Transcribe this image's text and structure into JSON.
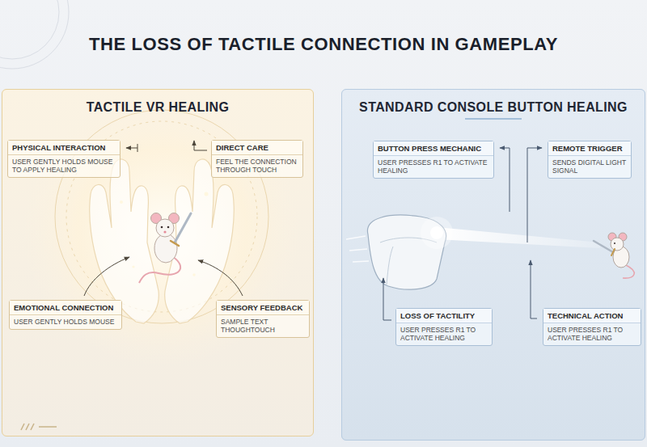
{
  "diagram": {
    "title": "THE LOSS OF TACTILE CONNECTION IN GAMEPLAY",
    "nodes": [
      {
        "text": [
          "TACTILE VR HEALING"
        ]
      },
      {
        "text": [
          "PHYSICAL INTERACTION",
          "USER GENTLY HOLDS MOUSE TO APPLY HEALING"
        ],
        "in": 0
      },
      {
        "text": [
          "DIRECT CARE",
          "FEEL THE CONNECTION THROUGH TOUCH"
        ],
        "in": 0
      },
      {
        "text": [
          "EMOTIONAL CONNECTION",
          "USER GENTLY HOLDS MOUSE"
        ],
        "in": 0
      },
      {
        "text": [
          "SENSORY FEEDBACK",
          "SAMPLE TEXT THOUGHTOUCH"
        ],
        "in": 0
      },
      {
        "text": [
          "STANDARD CONSOLE BUTTON HEALING"
        ]
      },
      {
        "text": [
          "BUTTON PRESS MECHANIC",
          "USER PRESSES R1 TO ACTIVATE HEALING"
        ],
        "in": 5
      },
      {
        "text": [
          "REMOTE TRIGGER",
          "SENDS DIGITAL LIGHT SIGNAL"
        ],
        "in": 5
      },
      {
        "text": [
          "LOSS OF TACTILITY",
          "USER PRESSES R1 TO ACTIVATE HEALING"
        ],
        "in": 5
      },
      {
        "text": [
          "TECHNICAL ACTION",
          "USER PRESSES R1 TO ACTIVATE HEALING"
        ],
        "in": 5
      }
    ]
  }
}
